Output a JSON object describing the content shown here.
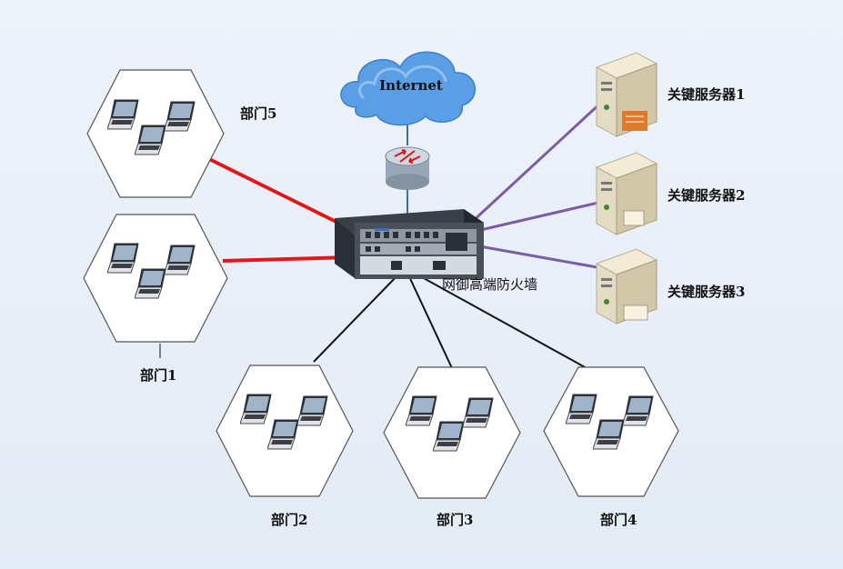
{
  "internet_label": "Internet",
  "firewall_label": "网御高端防火墙",
  "departments": [
    {
      "label": "部门1"
    },
    {
      "label": "部门2"
    },
    {
      "label": "部门3"
    },
    {
      "label": "部门4"
    },
    {
      "label": "部门5"
    }
  ],
  "servers": [
    {
      "label": "关键服务器1"
    },
    {
      "label": "关键服务器2"
    },
    {
      "label": "关键服务器3"
    }
  ],
  "colors": {
    "background": "#e6eef8",
    "link_red": "#e01818",
    "link_purple": "#7a5ca8",
    "link_black": "#111111",
    "link_blue": "#3a6fb8",
    "cloud": "#5a9ee6"
  }
}
